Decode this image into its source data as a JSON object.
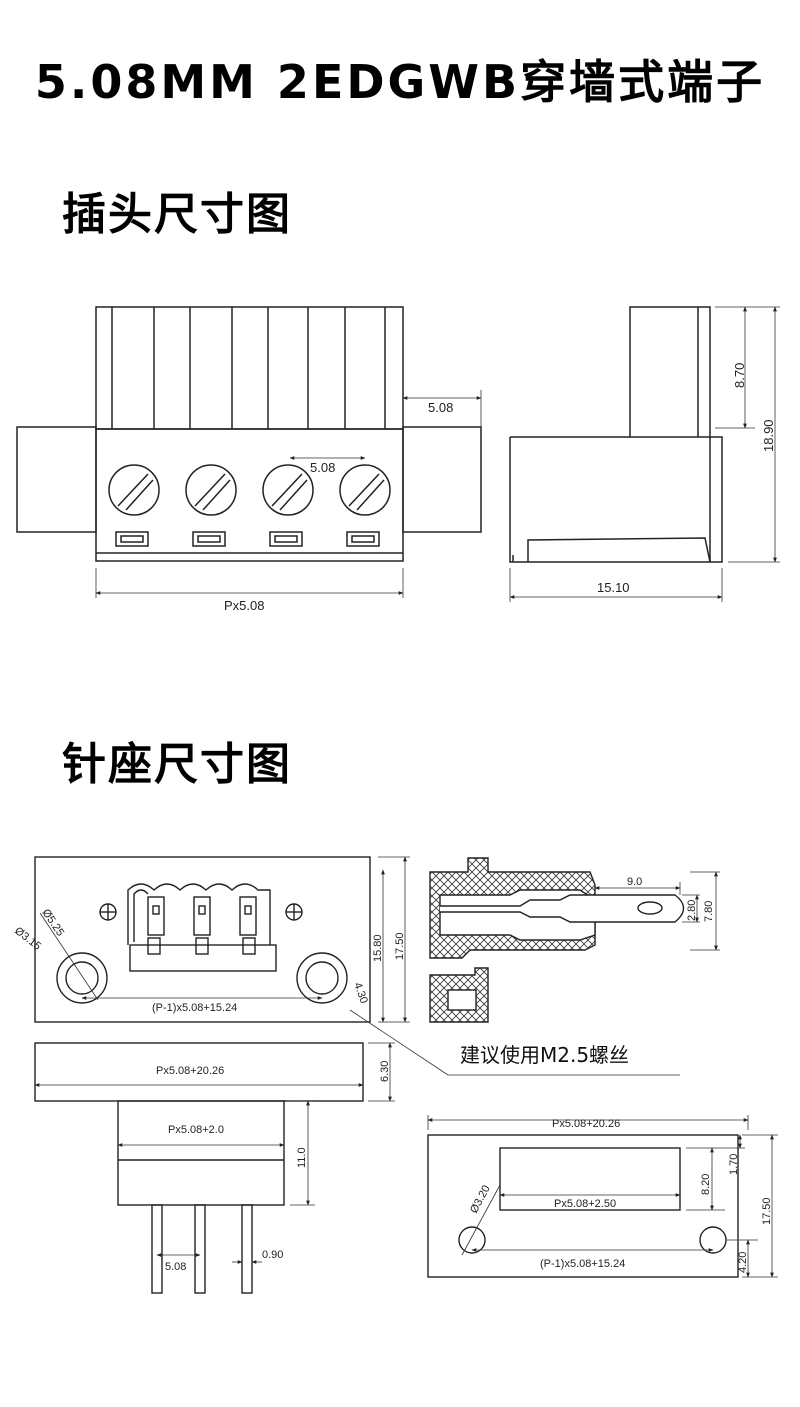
{
  "title": "5.08MM 2EDGWB穿墙式端子",
  "sections": {
    "plug": "插头尺寸图",
    "header": "针座尺寸图"
  },
  "plug_dims": {
    "ear_width": "5.08",
    "pitch": "5.08",
    "total_width": "Px5.08",
    "upper_height": "8.70",
    "total_height": "18.90",
    "depth": "15.10"
  },
  "header_dims": {
    "hole_outer": "Ø5.25",
    "hole_inner": "Ø3.15",
    "hole_span": "(P-1)x5.08+15.24",
    "hole_offset": "4.30",
    "height_inner": "15.80",
    "height_total": "17.50",
    "pin_length": "9.0",
    "pin_t1": "2.80",
    "pin_t2": "7.80",
    "note": "建议使用M2.5螺丝",
    "bottom_width": "Px5.08+20.26",
    "bottom_thick": "6.30",
    "body_width": "Px5.08+2.0",
    "body_height": "11.0",
    "pin_pitch": "5.08",
    "pin_dia": "0.90",
    "panel_width": "Px5.08+20.26",
    "cutout_height": "8.20",
    "cutout_offset": "1.70",
    "panel_height": "17.50",
    "cutout_width": "Px5.08+2.50",
    "panel_hole": "Ø3.20",
    "panel_hole_span": "(P-1)x5.08+15.24",
    "panel_hole_offset": "4.20"
  }
}
